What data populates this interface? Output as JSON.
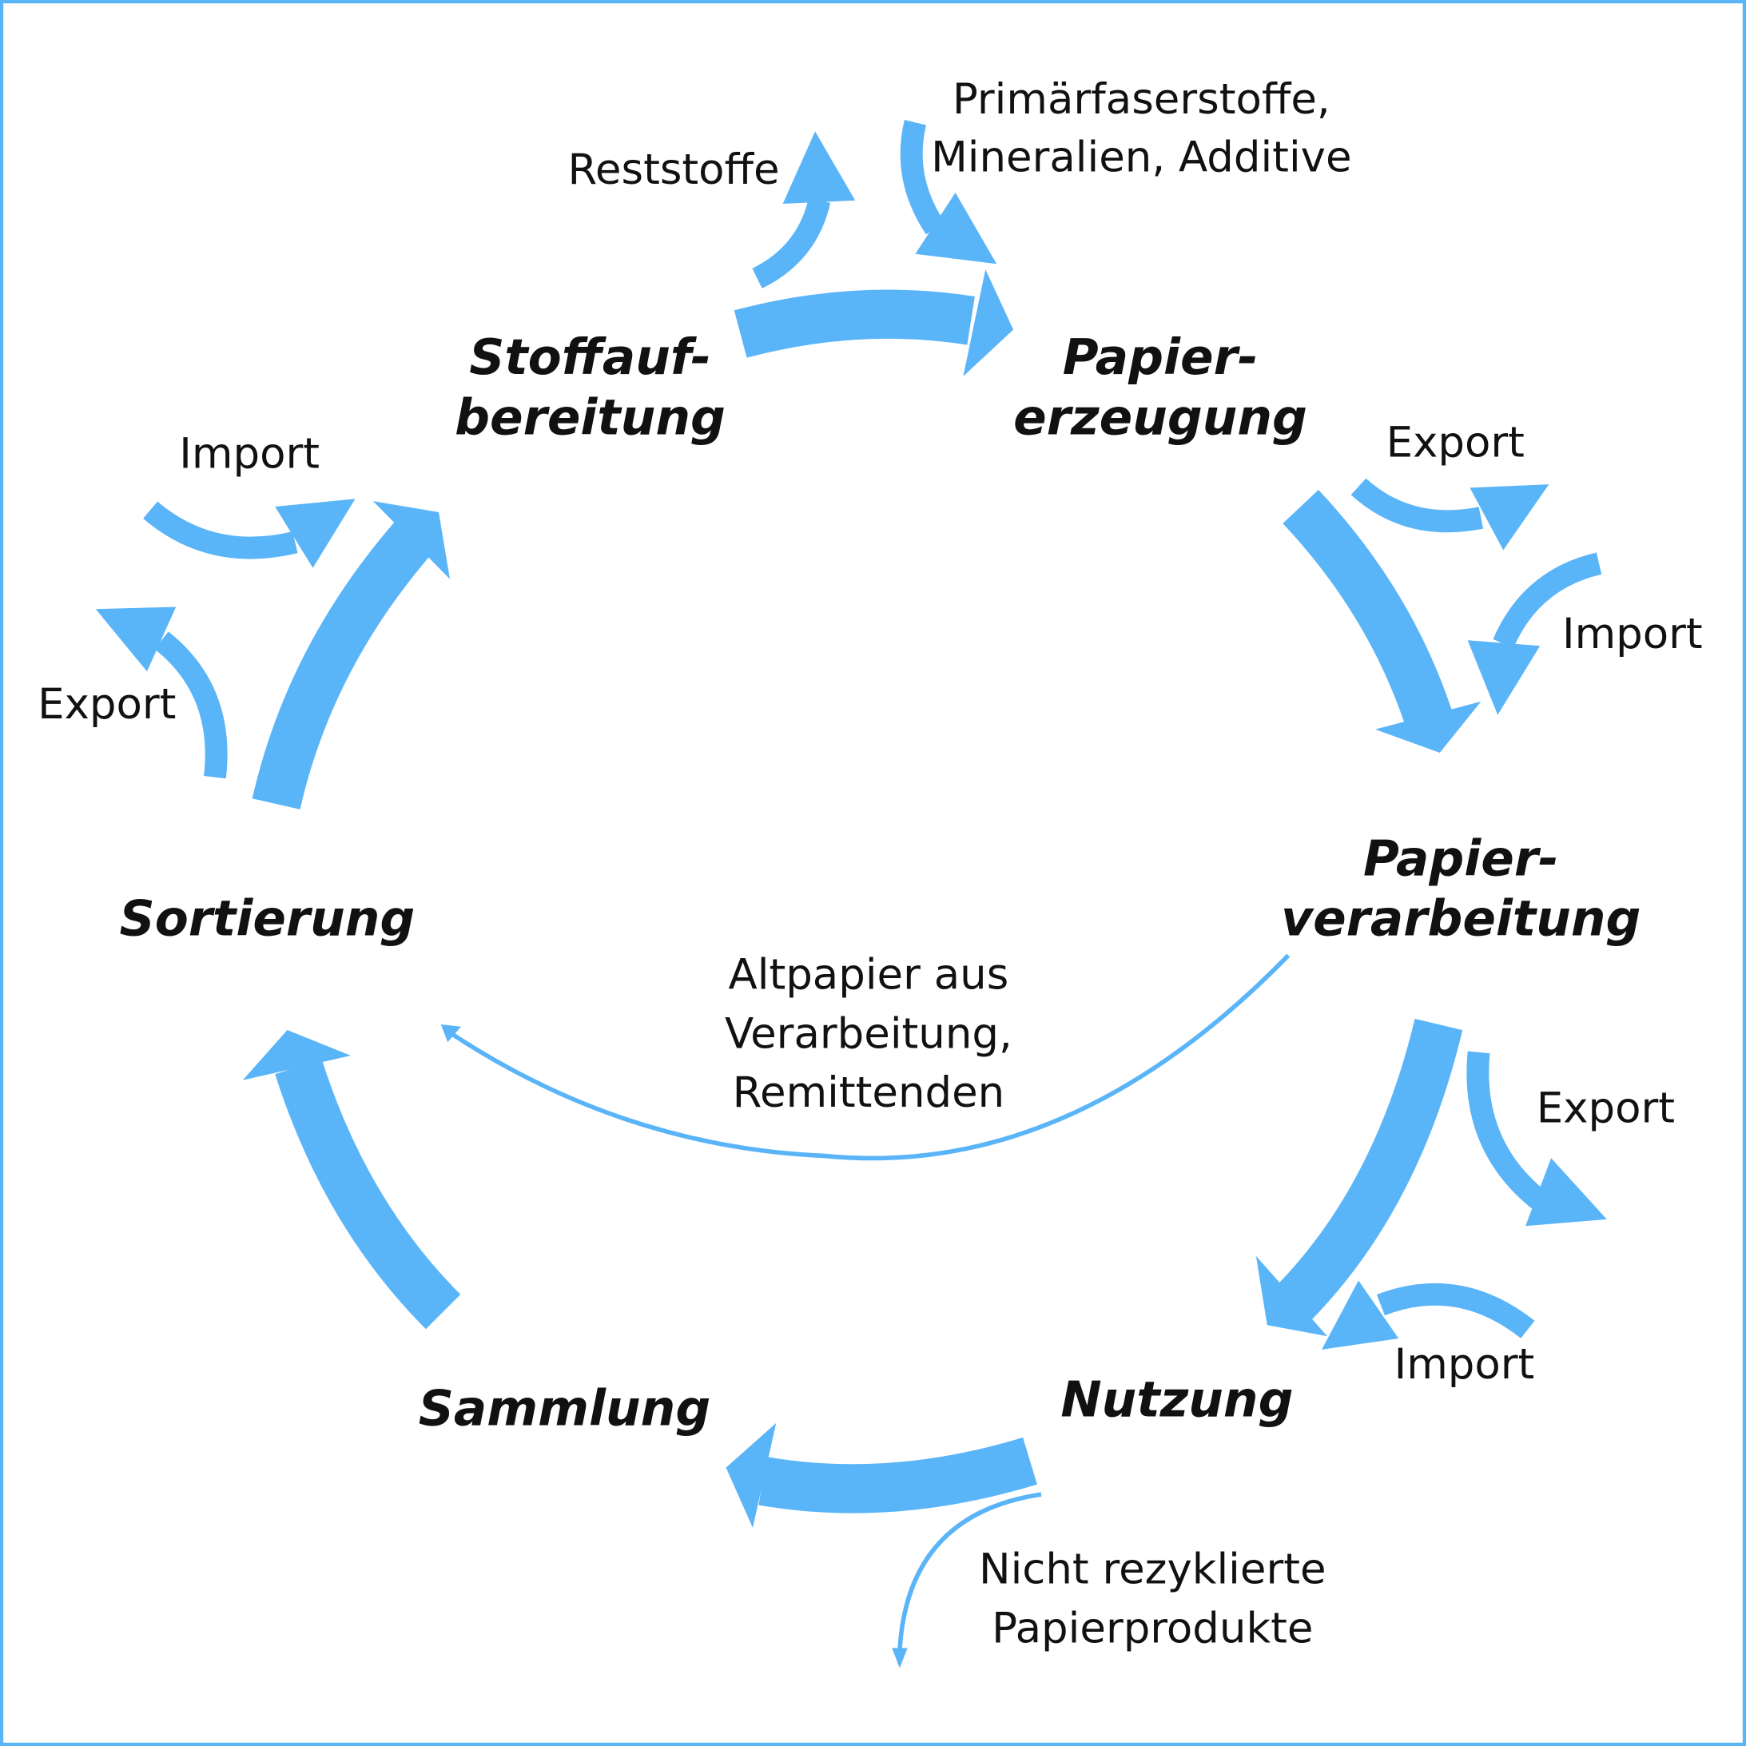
{
  "colors": {
    "accent": "#5ab4f8",
    "frame": "#5ab4f8",
    "text": "#111111"
  },
  "stages": {
    "stoffaufbereitung": [
      "Stoffauf-",
      "bereitung"
    ],
    "papiererzeugung": [
      "Papier-",
      "erzeugung"
    ],
    "papierverarbeitung": [
      "Papier-",
      "verarbeitung"
    ],
    "nutzung": "Nutzung",
    "sammlung": "Sammlung",
    "sortierung": "Sortierung"
  },
  "flows": {
    "reststoffe": "Reststoffe",
    "primaer": [
      "Primärfaserstoffe,",
      "Mineralien, Additive"
    ],
    "erzeugung_export": "Export",
    "erzeugung_import": "Import",
    "verarbeitung_export": "Export",
    "verarbeitung_import": "Import",
    "altpapier": [
      "Altpapier aus",
      "Verarbeitung,",
      "Remittenden"
    ],
    "nicht_rezykliert": [
      "Nicht rezyklierte",
      "Papierprodukte"
    ],
    "sortierung_import": "Import",
    "sortierung_export": "Export"
  }
}
